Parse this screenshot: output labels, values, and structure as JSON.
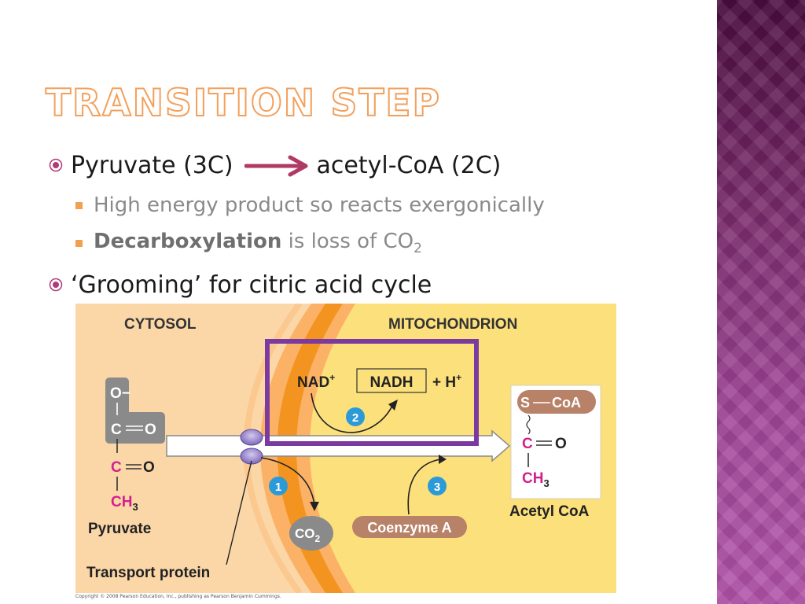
{
  "slide": {
    "title": "Transition step",
    "bullets": [
      {
        "left": "Pyruvate (3C)",
        "right": "acetyl-CoA (2C)"
      },
      {
        "text": "‘Grooming’ for citric acid cycle"
      }
    ],
    "subbullets": [
      {
        "text": "High energy product so reacts exergonically"
      },
      {
        "bold": "Decarboxylation",
        "rest": " is loss of CO",
        "subscript": "2"
      }
    ],
    "accent_color": "#f3a05c",
    "arrow_color": "#b03a64",
    "bullet_icon": "target-bullet-icon",
    "band_color": "#8a3a7e"
  },
  "figure": {
    "cytosol_label": "CYTOSOL",
    "mito_label": "MITOCHONDRION",
    "nad": "NAD",
    "nad_sup": "+",
    "nadh": "NADH",
    "h_plus": "+ H",
    "h_sup": "+",
    "step1": "1",
    "step2": "2",
    "step3": "3",
    "pyruvate_o_minus": "O−",
    "pyruvate_c1": "C",
    "pyruvate_o1": "O",
    "pyruvate_c2": "C",
    "pyruvate_o2": "O",
    "pyruvate_ch": "CH",
    "pyruvate_3": "3",
    "pyruvate_label": "Pyruvate",
    "co2": "CO",
    "co2_sub": "2",
    "coenzyme": "Coenzyme A",
    "s_coa_s": "S",
    "s_coa_coa": "CoA",
    "acetyl_c": "C",
    "acetyl_o": "O",
    "acetyl_ch": "CH",
    "acetyl_3": "3",
    "acetyl_label": "Acetyl CoA",
    "transport_label": "Transport protein",
    "copyright": "Copyright © 2008 Pearson Education, Inc., publishing as Pearson Benjamin Cummings."
  }
}
